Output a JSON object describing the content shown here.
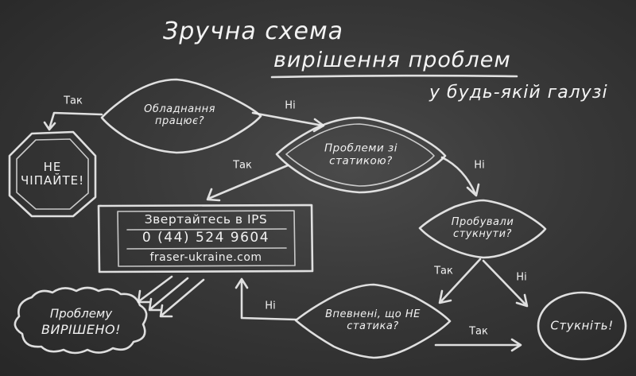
{
  "title": {
    "line1": "Зручна схема",
    "line2": "вирішення проблем",
    "line3": "у будь-якій галузі"
  },
  "nodes": {
    "works": "Обладнання працює?",
    "dont_touch": "НЕ ЧІПАЙТЕ!",
    "static": "Проблеми зі статикою?",
    "tried_knock": "Пробували стукнути?",
    "contact": {
      "line1": "Звертайтесь в IPS",
      "phone": "0 (44) 524 9604",
      "site": "fraser-ukraine.com"
    },
    "sure_not_static": "Впевнені, що НЕ статика?",
    "solved_line1": "Проблему",
    "solved_line2": "ВИРІШЕНО!",
    "knock": "Стукніть!"
  },
  "edges": {
    "works_yes": "Так",
    "works_no": "Ні",
    "static_yes": "Так",
    "static_no": "Ні",
    "knock_yes": "Так",
    "knock_no": "Ні",
    "sure_no": "Ні",
    "sure_yes": "Так"
  }
}
